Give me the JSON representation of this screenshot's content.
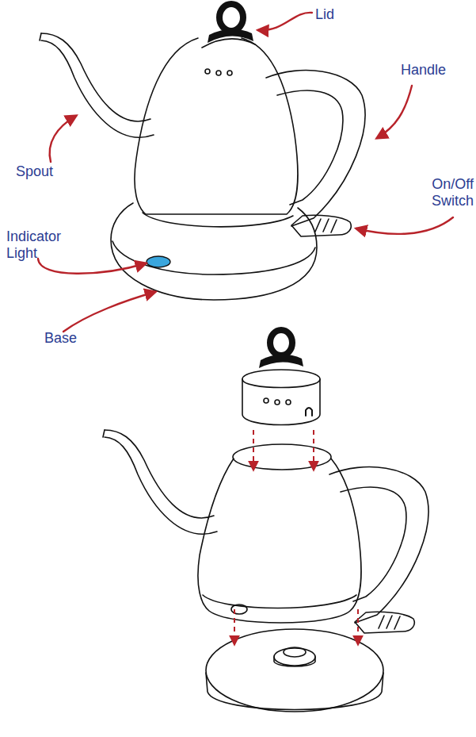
{
  "diagram": {
    "labels": [
      "Lid",
      "Handle",
      "Spout",
      "On/Off Switch",
      "Indicator Light",
      "Base"
    ]
  }
}
